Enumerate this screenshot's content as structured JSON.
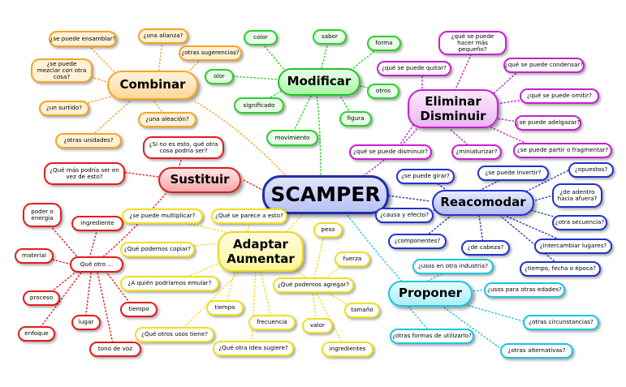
{
  "center": {
    "label": "SCAMPER"
  },
  "branches": {
    "combinar": {
      "label": "Combinar",
      "color": "#f5a623",
      "items": [
        "¿se puede ensamblar?",
        "¿una alianza?",
        "¿otras sugerencias?",
        "¿se puede mezclar con otra cosa?",
        "¿un surtido?",
        "¿una aleación?",
        "¿otras unidades?"
      ]
    },
    "modificar": {
      "label": "Modificar",
      "color": "#27d327",
      "items": [
        "color",
        "sabor",
        "forma",
        "olor",
        "otros",
        "significado",
        "figura",
        "movimiento"
      ]
    },
    "eliminar": {
      "label": "Eliminar Disminuir",
      "color": "#c81ed6",
      "items": [
        "¿qué se puede hacer más pequeño?",
        "¿qué se puede quitar?",
        "¿qué se puede condensar?",
        "¿qué se puede omitir?",
        "¿se puede adelgazar?",
        "¿qué se puede disminuir?",
        "¿miniaturizar?",
        "¿se puede partir o fragmentar?"
      ]
    },
    "sustituir": {
      "label": "Sustituir",
      "color": "#e81b1b",
      "items": [
        "¿Si no es esto, qué otra cosa podría ser?",
        "¿Qué más podría ser en vez de esto?"
      ],
      "sub": {
        "label": "Qué otro ...",
        "items": [
          "poder o energía",
          "ingrediente",
          "material",
          "proceso",
          "tiempo",
          "lugar",
          "enfoque",
          "tono de voz"
        ]
      }
    },
    "reacomodar": {
      "label": "Reacomodar",
      "color": "#2233cc",
      "items": [
        "¿se puede girar?",
        "¿se puede invertir?",
        "¿opuestos?",
        "¿de adentro hacia afuera?",
        "¿causa y efecto?",
        "¿otra secuencia?",
        "¿componentes?",
        "¿de cabeza?",
        "¿intercambiar lugares?",
        "¿tiempo, fecha o época?"
      ]
    },
    "adaptar": {
      "label": "Adaptar Aumentar",
      "color": "#f0e01c",
      "items": [
        "¿se puede multiplicar?",
        "¿Qué se parece a esto?",
        "¿Qué podemos copiar?",
        "¿A quién podríamos emular?",
        "¿Qué otros usos tiene?",
        "¿Qué otra idea sugiere?",
        "¿Qué podemos agregar?",
        "peso",
        "fuerza",
        "tamaño",
        "valor",
        "ingredientes",
        "tiempo",
        "frecuencia"
      ]
    },
    "proponer": {
      "label": "Proponer",
      "color": "#19c7e0",
      "items": [
        "¿usos en otra industria?",
        "¿usos para otras edades?",
        "¿otras circunstancias?",
        "¿otras formas de utilizarlo?",
        "¿otras alternativas?"
      ]
    }
  }
}
